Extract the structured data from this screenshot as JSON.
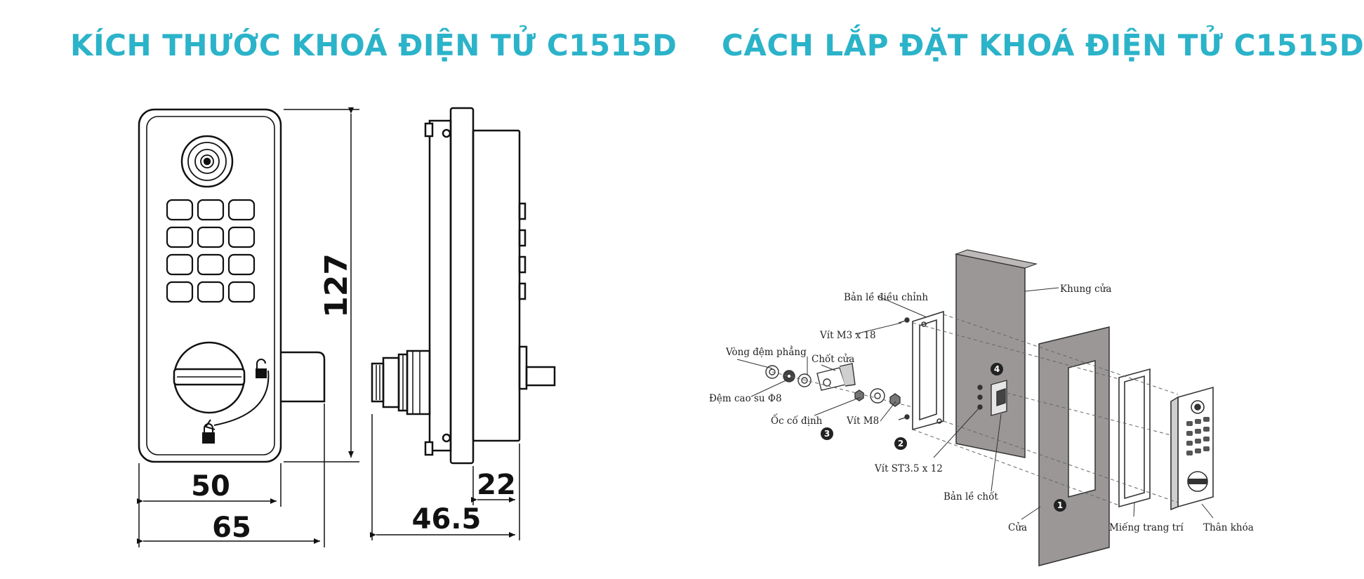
{
  "titles": {
    "left": "KÍCH THƯỚC KHOÁ ĐIỆN TỬ C1515D",
    "right": "CÁCH LẮP ĐẶT KHOÁ ĐIỆN TỬ C1515D"
  },
  "dimensions": {
    "height": "127",
    "front_width_inner": "50",
    "front_width_outer": "65",
    "side_depth": "46.5",
    "side_plate": "22"
  },
  "parts": {
    "door_frame": "Khung cửa",
    "adjustable_hinge": "Bản lề điều chỉnh",
    "screw_m3": "Vít M3 x 18",
    "flat_washer": "Vòng đệm phẳng",
    "door_latch": "Chốt cửa",
    "rubber_pad": "Đệm cao su Φ8",
    "fixing_nut": "Ốc cố định",
    "screw_m8": "Vít M8",
    "screw_st": "Vít ST3.5 x 12",
    "latch_hinge": "Bản lề chốt",
    "door": "Cửa",
    "decor_piece": "Miếng trang trí",
    "lock_body": "Thân khóa"
  },
  "steps": [
    "1",
    "2",
    "3",
    "4"
  ]
}
